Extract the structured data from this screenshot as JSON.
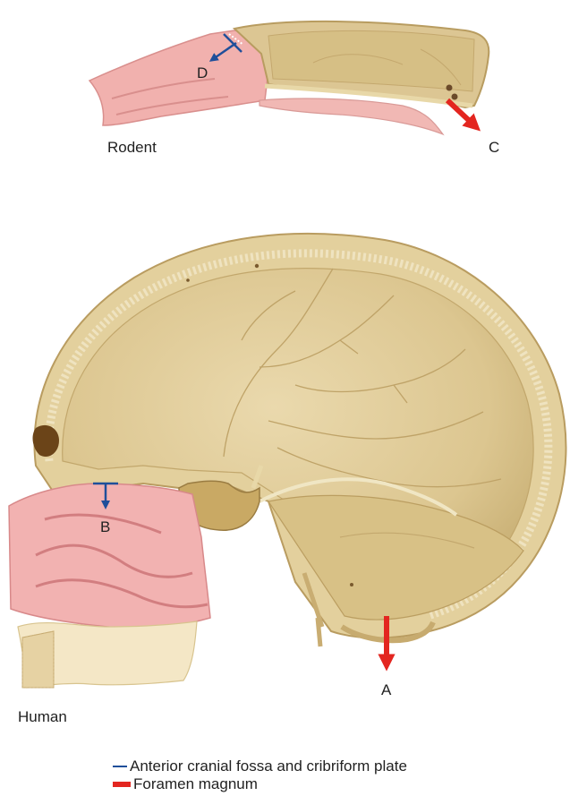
{
  "labels": {
    "rodent": "Rodent",
    "human": "Human",
    "a": "A",
    "b": "B",
    "c": "C",
    "d": "D"
  },
  "legend": [
    {
      "label": "Anterior cranial fossa and cribriform plate",
      "color": "#1f4f9a",
      "kind": "line"
    },
    {
      "label": "Foramen magnum",
      "color": "#e32620",
      "kind": "bar"
    }
  ],
  "colors": {
    "bone": "#e6d3a4",
    "bone_inner": "#d9c48e",
    "bone_edge": "#c7ad73",
    "nasal_pink": "#f1a9a8",
    "nasal_dark": "#d97e7f",
    "arrow_red": "#e32620",
    "arrow_blue": "#1f4f9a"
  }
}
